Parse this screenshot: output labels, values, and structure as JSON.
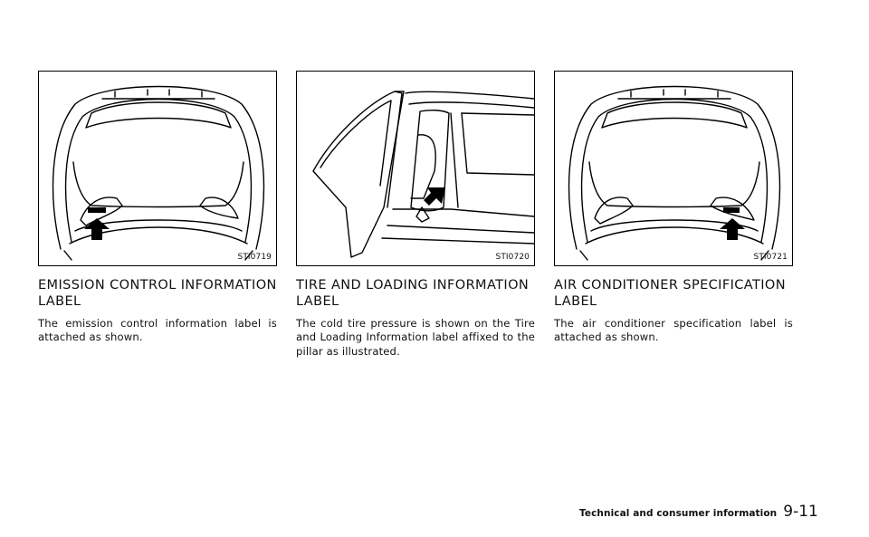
{
  "figures": [
    {
      "code": "STI0719",
      "icon": "hood-label-illustration"
    },
    {
      "code": "STI0720",
      "icon": "door-pillar-label-illustration"
    },
    {
      "code": "STI0721",
      "icon": "hood-label-illustration"
    }
  ],
  "sections": [
    {
      "title": "EMISSION CONTROL INFORMATION LABEL",
      "body": "The emission control information label is attached as shown."
    },
    {
      "title": "TIRE AND LOADING INFORMATION LABEL",
      "body": "The cold tire pressure is shown on the Tire and Loading Information label affixed to the pillar as illustrated."
    },
    {
      "title": "AIR CONDITIONER SPECIFICATION LABEL",
      "body": "The air conditioner specification label is attached as shown."
    }
  ],
  "footer": {
    "section": "Technical and consumer information",
    "page": "9-11"
  }
}
